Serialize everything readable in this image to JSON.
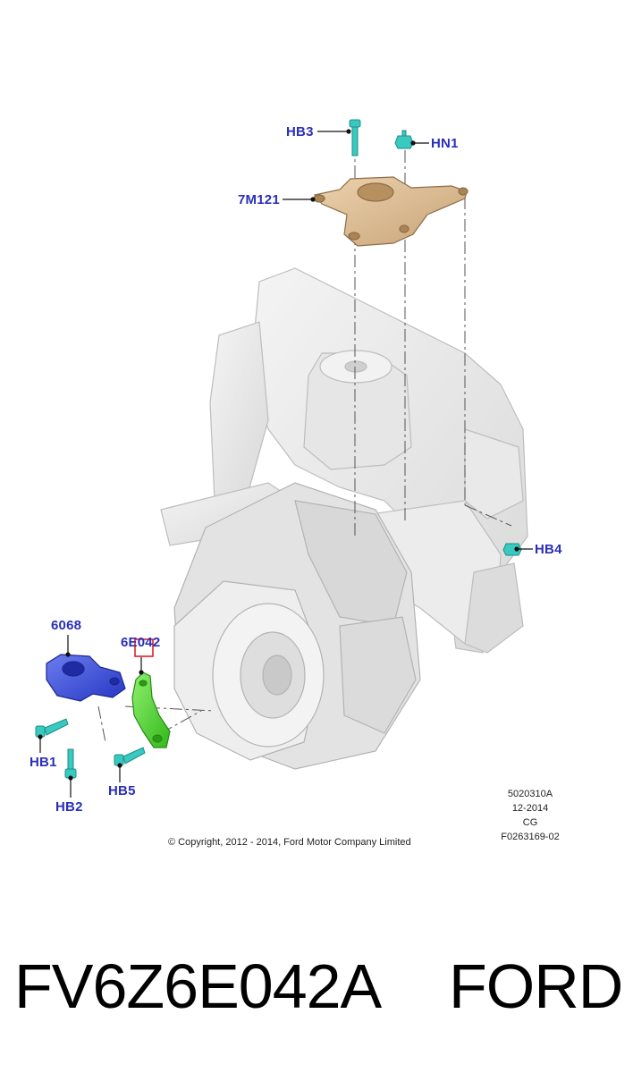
{
  "diagram": {
    "callouts": {
      "hb3": "HB3",
      "hn1": "HN1",
      "m7m121": "7M121",
      "hb4": "HB4",
      "p6068": "6068",
      "p6e042": "6E042",
      "hb1": "HB1",
      "hb2": "HB2",
      "hb5": "HB5"
    },
    "info": {
      "ref": "5020310A",
      "date": "12-2014",
      "code": "CG",
      "figure": "F0263169-02"
    },
    "copyright": "© Copyright, 2012 - 2014, Ford Motor Company Limited"
  },
  "caption": {
    "part_number": "FV6Z6E042A",
    "brand": "FORD"
  },
  "colors": {
    "callout_text": "#2a2fb8",
    "mount_upper": "#d9b98f",
    "mount_left": "#3a4fd6",
    "bracket": "#54d43a",
    "fastener": "#38c9c0",
    "highlight_box": "#e0202a"
  },
  "icons": [
    "bolt-icon",
    "nut-icon"
  ]
}
